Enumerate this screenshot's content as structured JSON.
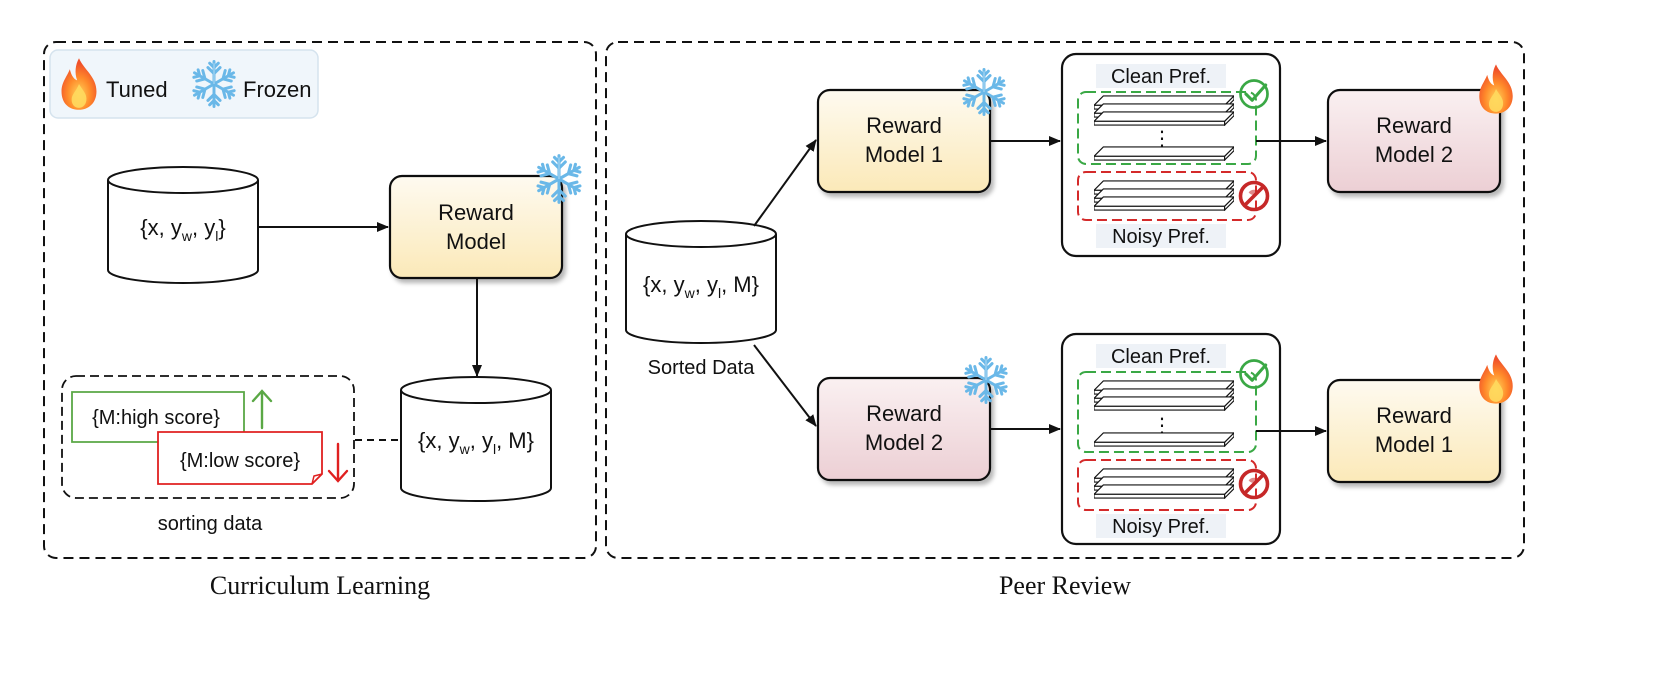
{
  "legend": {
    "tuned_label": "Tuned",
    "frozen_label": "Frozen"
  },
  "curriculum": {
    "caption": "Curriculum Learning",
    "input_db": {
      "prefix": "{x, y",
      "sub1": "w",
      "mid1": ", y",
      "sub2": "l",
      "suffix": "}"
    },
    "reward_model": {
      "line1": "Reward",
      "line2": "Model"
    },
    "output_db": {
      "prefix": "{x, y",
      "sub1": "w",
      "mid1": ", y",
      "sub2": "l",
      "suffix": ", M}"
    },
    "sorting": {
      "high": "{M:high score}",
      "low": "{M:low score}",
      "caption": "sorting data"
    }
  },
  "peer": {
    "caption": "Peer Review",
    "sorted_db": {
      "prefix": "{x, y",
      "sub1": "w",
      "mid1": ", y",
      "sub2": "l",
      "suffix": ", M}",
      "caption": "Sorted Data"
    },
    "top": {
      "frozen_model": {
        "line1": "Reward",
        "line2": "Model 1"
      },
      "clean_label": "Clean Pref.",
      "ellipsis": "⋮",
      "noisy_label": "Noisy Pref.",
      "tuned_model": {
        "line1": "Reward",
        "line2": "Model 2"
      }
    },
    "bottom": {
      "frozen_model": {
        "line1": "Reward",
        "line2": "Model 2"
      },
      "clean_label": "Clean Pref.",
      "ellipsis": "⋮",
      "noisy_label": "Noisy Pref.",
      "tuned_model": {
        "line1": "Reward",
        "line2": "Model 1"
      }
    }
  },
  "colors": {
    "yellow_box": "#fdf3d6",
    "pink_box": "#f3dfe2",
    "clean_green": "#3aa845",
    "noisy_red": "#d42a2a",
    "up_arrow": "#5aa845",
    "down_arrow": "#e02020"
  }
}
